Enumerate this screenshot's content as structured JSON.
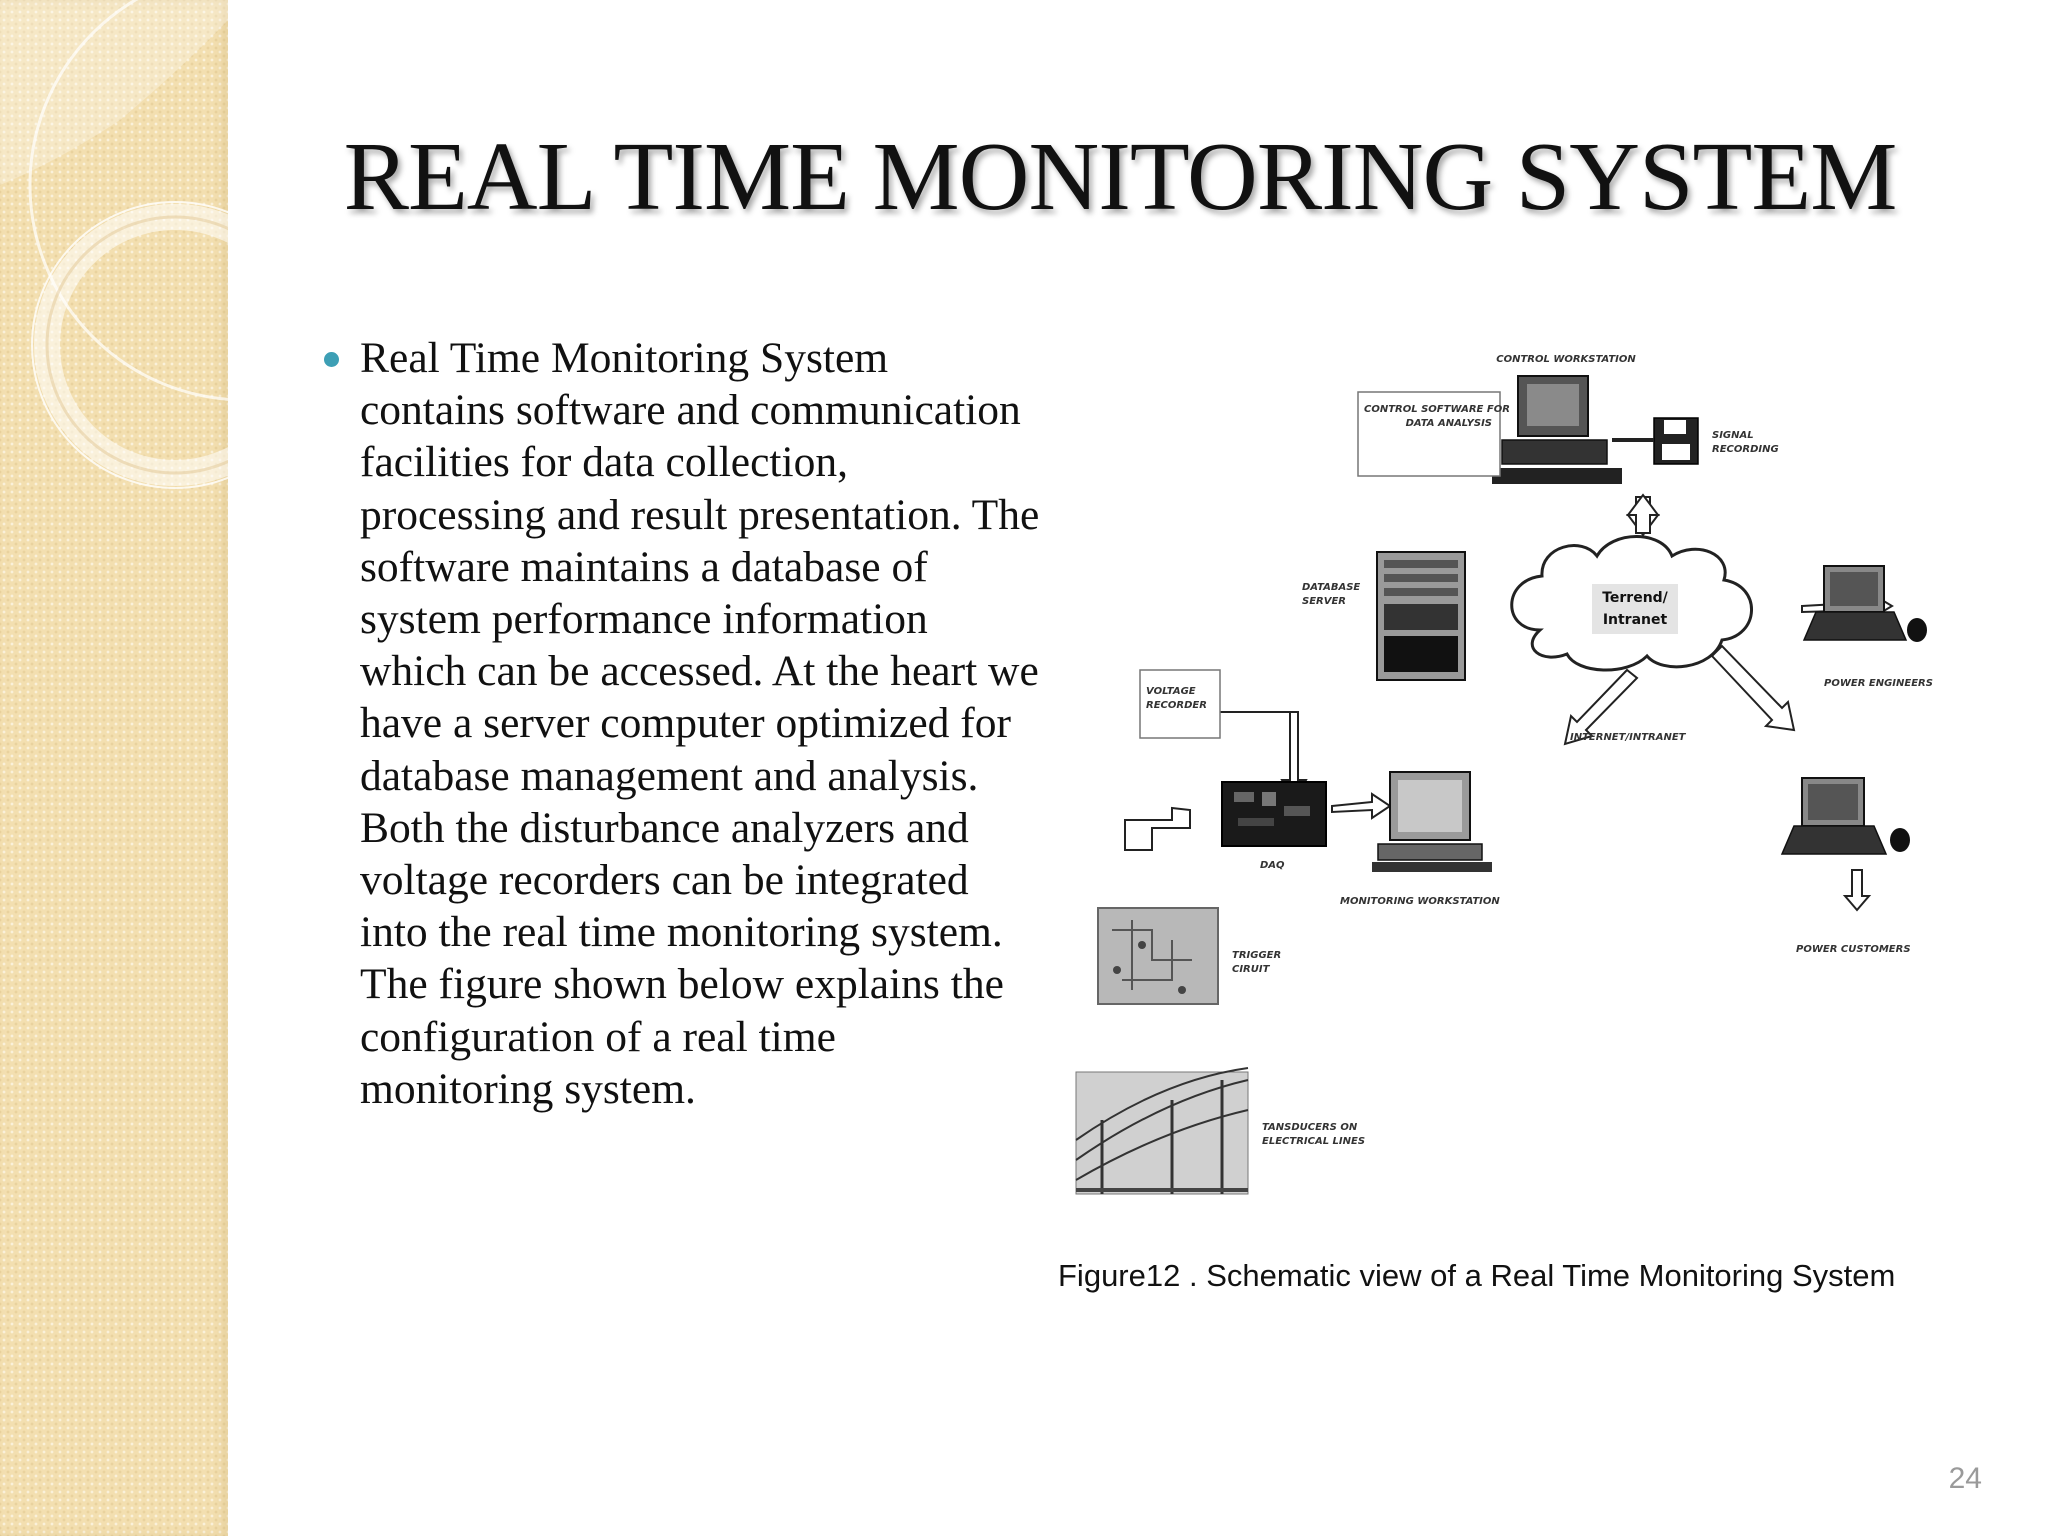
{
  "slide": {
    "title": "REAL TIME MONITORING SYSTEM",
    "bullets": [
      "Real Time Monitoring System contains software and communication facilities for data collection, processing and result presentation. The software maintains a database of system performance information which can be accessed. At the heart we have a server computer optimized for database management and analysis. Both the disturbance analyzers and voltage recorders can be integrated into the real time monitoring system. The figure shown below explains the configuration of a real time monitoring system."
    ],
    "bullet_color": "#3d9fb5",
    "figure_caption": "Figure12 . Schematic view of a Real Time Monitoring System",
    "page_number": "24"
  },
  "diagram": {
    "labels": {
      "control_workstation": "CONTROL WORKSTATION",
      "control_software_line1": "CONTROL SOFTWARE FOR",
      "control_software_line2": "DATA ANALYSIS",
      "signal_recording_line1": "SIGNAL",
      "signal_recording_line2": "RECORDING",
      "database_server_line1": "DATABASE",
      "database_server_line2": "SERVER",
      "cloud_line1": "Terrend/",
      "cloud_line2": "Intranet",
      "power_engineers": "POWER ENGINEERS",
      "voltage_recorder_line1": "VOLTAGE",
      "voltage_recorder_line2": "RECORDER",
      "internet_intranet": "INTERNET/INTRANET",
      "daq": "DAQ",
      "monitoring_workstation": "MONITORING WORKSTATION",
      "trigger_circuit_line1": "TRIGGER",
      "trigger_circuit_line2": "CIRUIT",
      "power_customers": "POWER CUSTOMERS",
      "transducers_line1": "TANSDUCERS ON",
      "transducers_line2": "ELECTRICAL LINES"
    },
    "icons": [
      "control-workstation-icon",
      "floppy-disk-icon",
      "database-server-icon",
      "network-cloud-icon",
      "laptop-icon",
      "daq-board-icon",
      "monitor-icon",
      "circuit-board-icon",
      "power-lines-icon"
    ]
  }
}
